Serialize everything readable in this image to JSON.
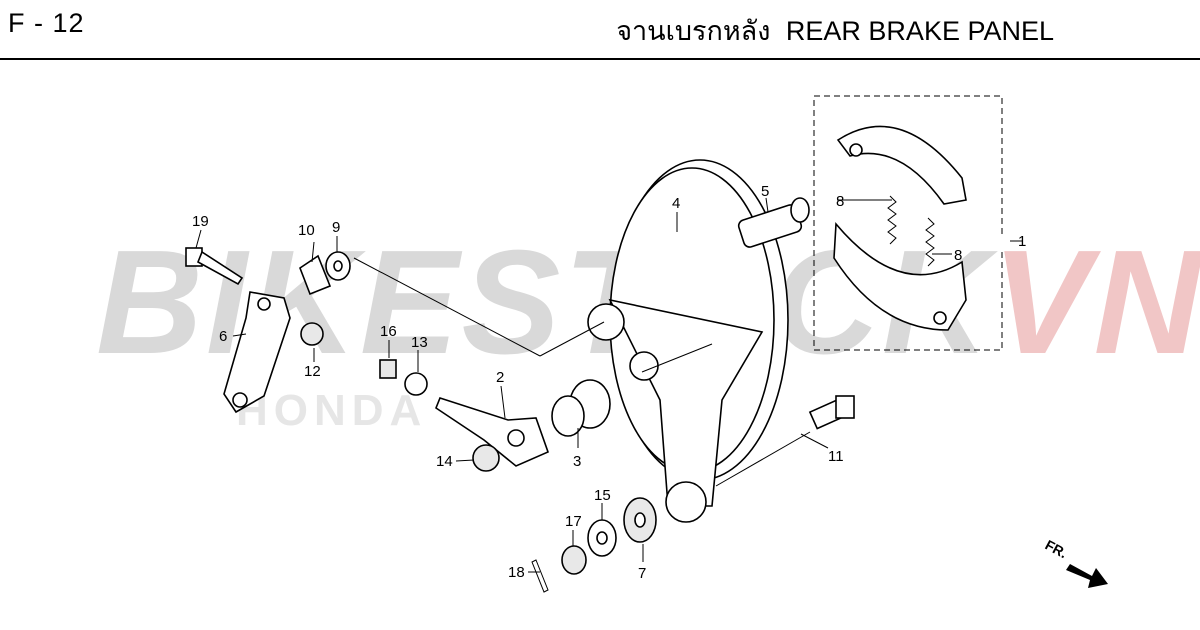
{
  "header": {
    "page_code": "F - 12",
    "title_th": "จานเบรกหลัง",
    "title_en": "REAR BRAKE PANEL"
  },
  "watermark": {
    "brand_main": "BIKESTOCK",
    "brand_accent": "VN",
    "manufacturer": "HONDA"
  },
  "direction_indicator": {
    "label": "FR."
  },
  "callouts": [
    "1",
    "2",
    "3",
    "4",
    "5",
    "6",
    "7",
    "8",
    "8",
    "9",
    "10",
    "11",
    "12",
    "13",
    "14",
    "15",
    "16",
    "17",
    "18",
    "19"
  ]
}
